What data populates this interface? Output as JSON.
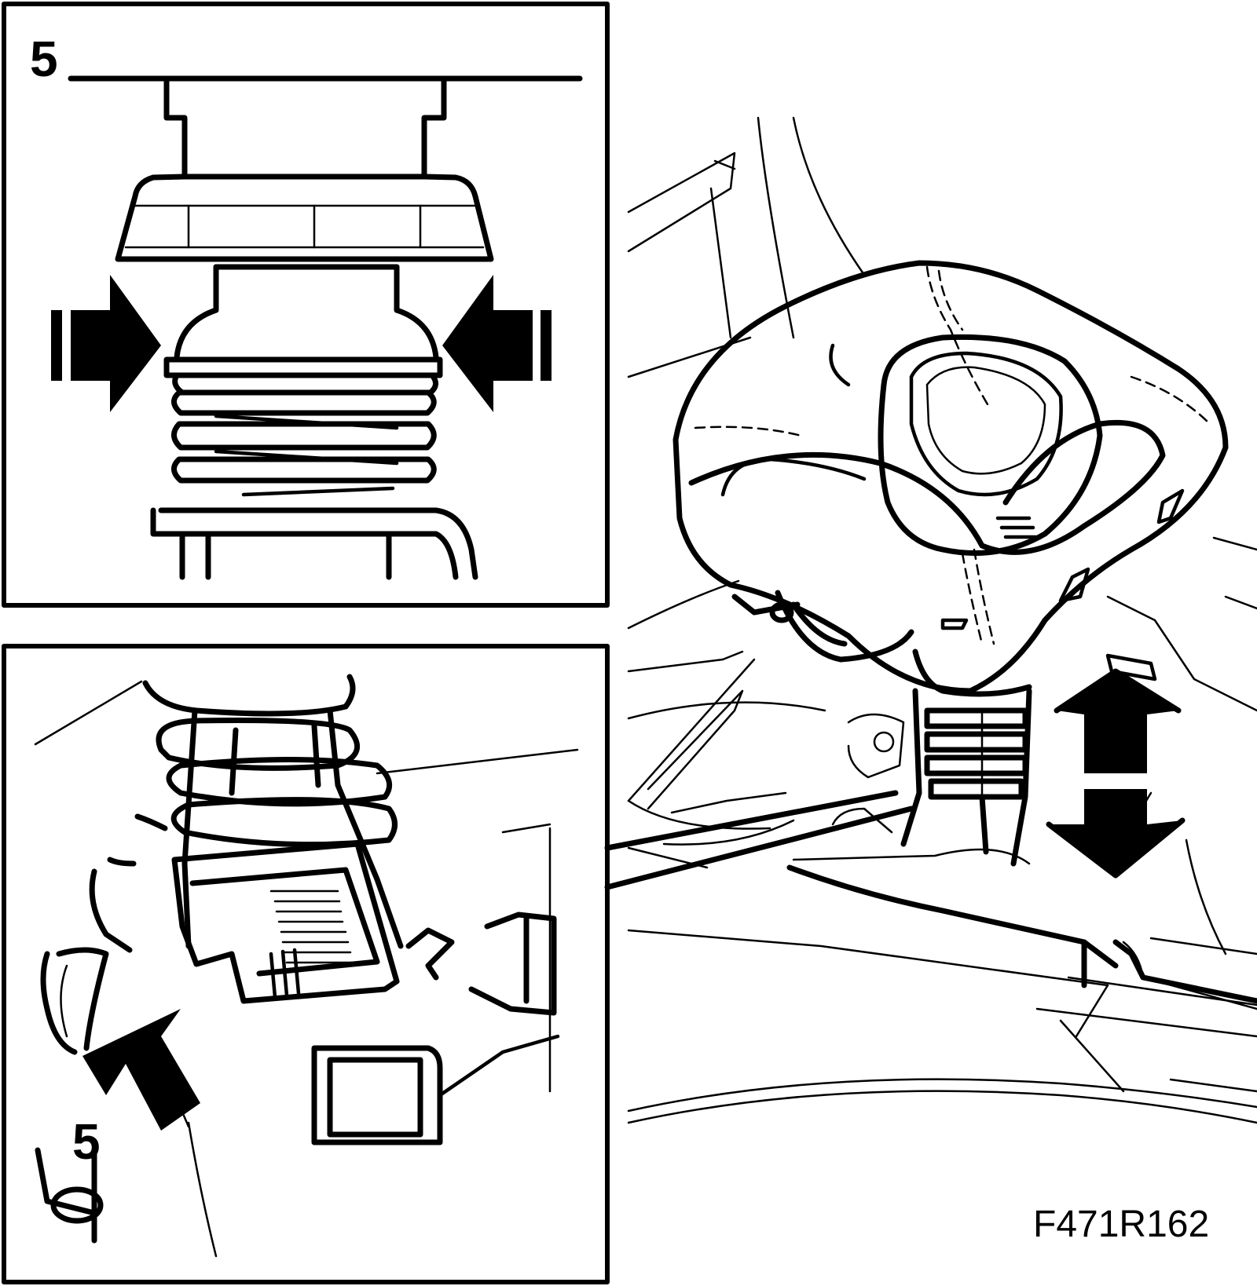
{
  "detail_top": {
    "callout": "5"
  },
  "detail_bottom": {
    "callout": "5"
  },
  "figure_id": "F471R162",
  "icons": {
    "squeeze_arrow_left": "arrow-right-icon",
    "squeeze_arrow_right": "arrow-left-icon",
    "pointer_arrow": "arrow-up-right-icon",
    "move_arrow": "double-vertical-arrow-icon"
  }
}
